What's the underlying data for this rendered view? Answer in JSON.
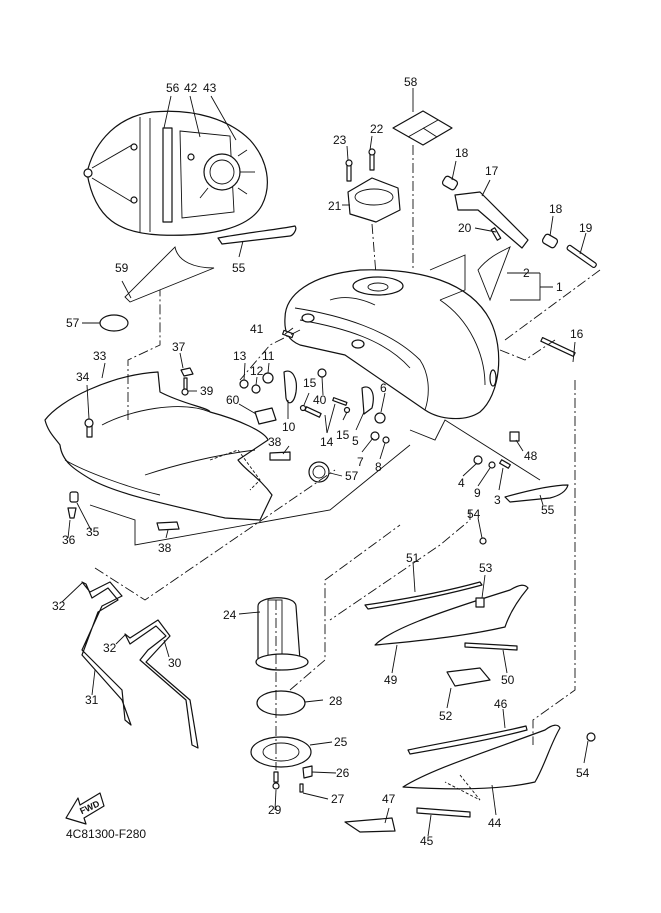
{
  "diagram": {
    "title_code": "4C81300-F280",
    "direction_indicator": "FWD",
    "parts": [
      {
        "ref": "1"
      },
      {
        "ref": "2"
      },
      {
        "ref": "3"
      },
      {
        "ref": "4"
      },
      {
        "ref": "5"
      },
      {
        "ref": "6"
      },
      {
        "ref": "7"
      },
      {
        "ref": "8"
      },
      {
        "ref": "9"
      },
      {
        "ref": "10"
      },
      {
        "ref": "11"
      },
      {
        "ref": "12"
      },
      {
        "ref": "13"
      },
      {
        "ref": "14"
      },
      {
        "ref": "15"
      },
      {
        "ref": "16"
      },
      {
        "ref": "17"
      },
      {
        "ref": "18"
      },
      {
        "ref": "19"
      },
      {
        "ref": "20"
      },
      {
        "ref": "21"
      },
      {
        "ref": "22"
      },
      {
        "ref": "23"
      },
      {
        "ref": "24"
      },
      {
        "ref": "25"
      },
      {
        "ref": "26"
      },
      {
        "ref": "27"
      },
      {
        "ref": "28"
      },
      {
        "ref": "29"
      },
      {
        "ref": "30"
      },
      {
        "ref": "31"
      },
      {
        "ref": "32"
      },
      {
        "ref": "33"
      },
      {
        "ref": "34"
      },
      {
        "ref": "35"
      },
      {
        "ref": "36"
      },
      {
        "ref": "37"
      },
      {
        "ref": "38"
      },
      {
        "ref": "39"
      },
      {
        "ref": "40"
      },
      {
        "ref": "41"
      },
      {
        "ref": "42"
      },
      {
        "ref": "43"
      },
      {
        "ref": "44"
      },
      {
        "ref": "45"
      },
      {
        "ref": "46"
      },
      {
        "ref": "47"
      },
      {
        "ref": "48"
      },
      {
        "ref": "49"
      },
      {
        "ref": "50"
      },
      {
        "ref": "51"
      },
      {
        "ref": "52"
      },
      {
        "ref": "53"
      },
      {
        "ref": "54"
      },
      {
        "ref": "55"
      },
      {
        "ref": "56"
      },
      {
        "ref": "57"
      },
      {
        "ref": "58"
      },
      {
        "ref": "59"
      },
      {
        "ref": "60"
      }
    ],
    "labels": {
      "l1": "1",
      "l2": "2",
      "l3": "3",
      "l4": "4",
      "l5": "5",
      "l6": "6",
      "l7": "7",
      "l8": "8",
      "l9": "9",
      "l10": "10",
      "l11": "11",
      "l12": "12",
      "l13": "13",
      "l14": "14",
      "l15a": "15",
      "l15b": "15",
      "l16": "16",
      "l17": "17",
      "l18a": "18",
      "l18b": "18",
      "l19": "19",
      "l20": "20",
      "l21": "21",
      "l22": "22",
      "l23": "23",
      "l24": "24",
      "l25": "25",
      "l26": "26",
      "l27": "27",
      "l28": "28",
      "l29": "29",
      "l30": "30",
      "l31": "31",
      "l32a": "32",
      "l32b": "32",
      "l33": "33",
      "l34": "34",
      "l35": "35",
      "l36": "36",
      "l37": "37",
      "l38a": "38",
      "l38b": "38",
      "l39": "39",
      "l40": "40",
      "l41": "41",
      "l42": "42",
      "l43": "43",
      "l44": "44",
      "l45": "45",
      "l46": "46",
      "l47": "47",
      "l48": "48",
      "l49": "49",
      "l50": "50",
      "l51": "51",
      "l52": "52",
      "l53": "53",
      "l54a": "54",
      "l54b": "54",
      "l55a": "55",
      "l55b": "55",
      "l56": "56",
      "l57a": "57",
      "l57b": "57",
      "l58": "58",
      "l59": "59",
      "l60": "60"
    }
  }
}
